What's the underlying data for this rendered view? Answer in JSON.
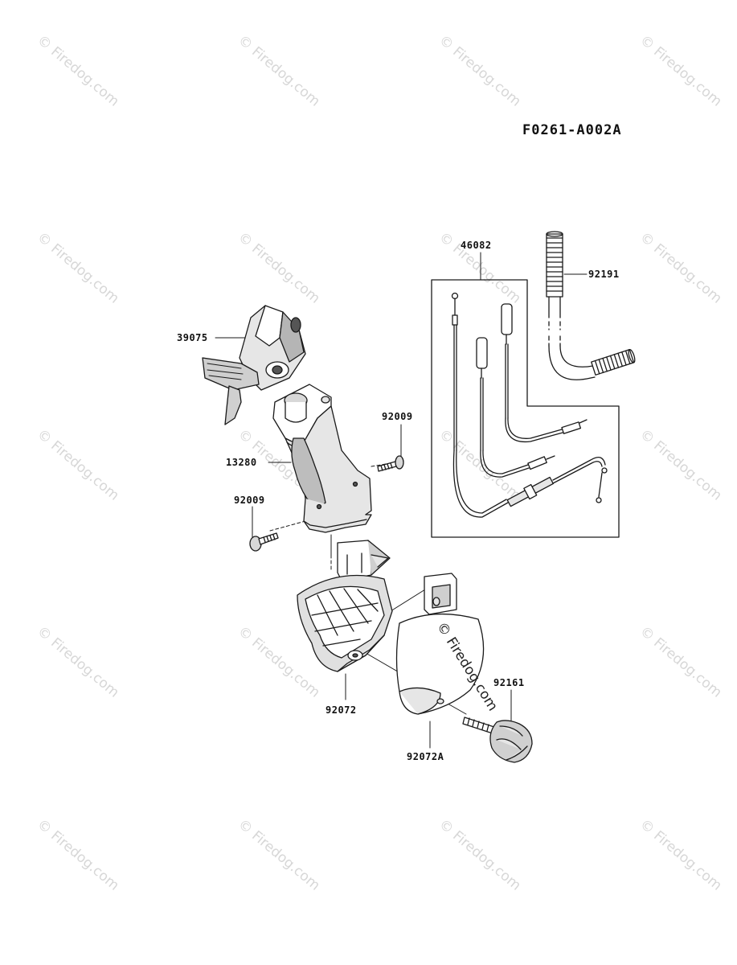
{
  "diagram": {
    "code": "F0261-A002A"
  },
  "watermark": {
    "text": "© Firedog.com"
  },
  "parts": [
    {
      "id": "46082",
      "name": "throttle-cable-set"
    },
    {
      "id": "92191",
      "name": "cable-sheath-tube"
    },
    {
      "id": "39075",
      "name": "throttle-lever"
    },
    {
      "id": "92009",
      "name": "screw-right"
    },
    {
      "id": "13280",
      "name": "handle-grip"
    },
    {
      "id": "92009",
      "name": "screw-left"
    },
    {
      "id": "92072",
      "name": "clamp-lower"
    },
    {
      "id": "92072A",
      "name": "clamp-upper"
    },
    {
      "id": "92161",
      "name": "knob-bolt"
    }
  ],
  "palette": {
    "line": "#1a1a1a",
    "fill": "#e6e6e6",
    "shade": "#a8a8a8",
    "watermark": "#d7d7d7"
  }
}
